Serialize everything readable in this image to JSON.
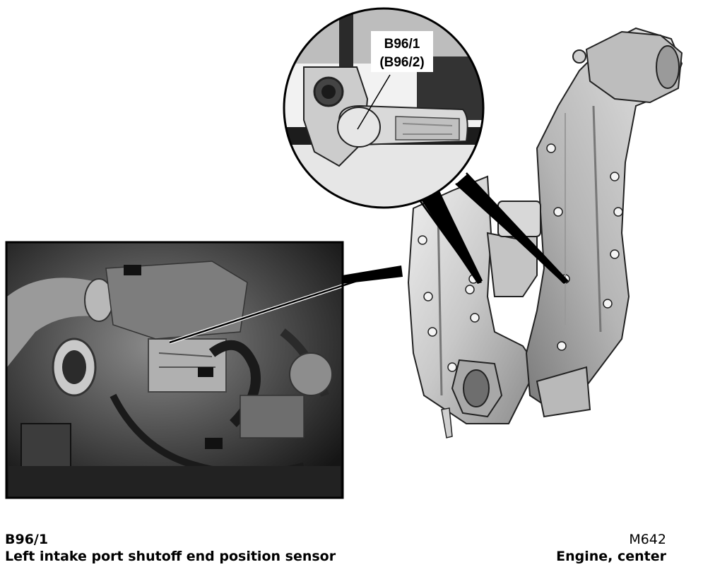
{
  "callout": {
    "line1": "B96/1",
    "line2": "(B96/2)"
  },
  "caption": {
    "component_code": "B96/1",
    "component_description": "Left intake port shutoff end position sensor",
    "engine_code": "M642",
    "location": "Engine, center"
  },
  "colors": {
    "photo_dark": "#2a2a2a",
    "part_light": "#d4d4d4",
    "outline": "#000000"
  }
}
